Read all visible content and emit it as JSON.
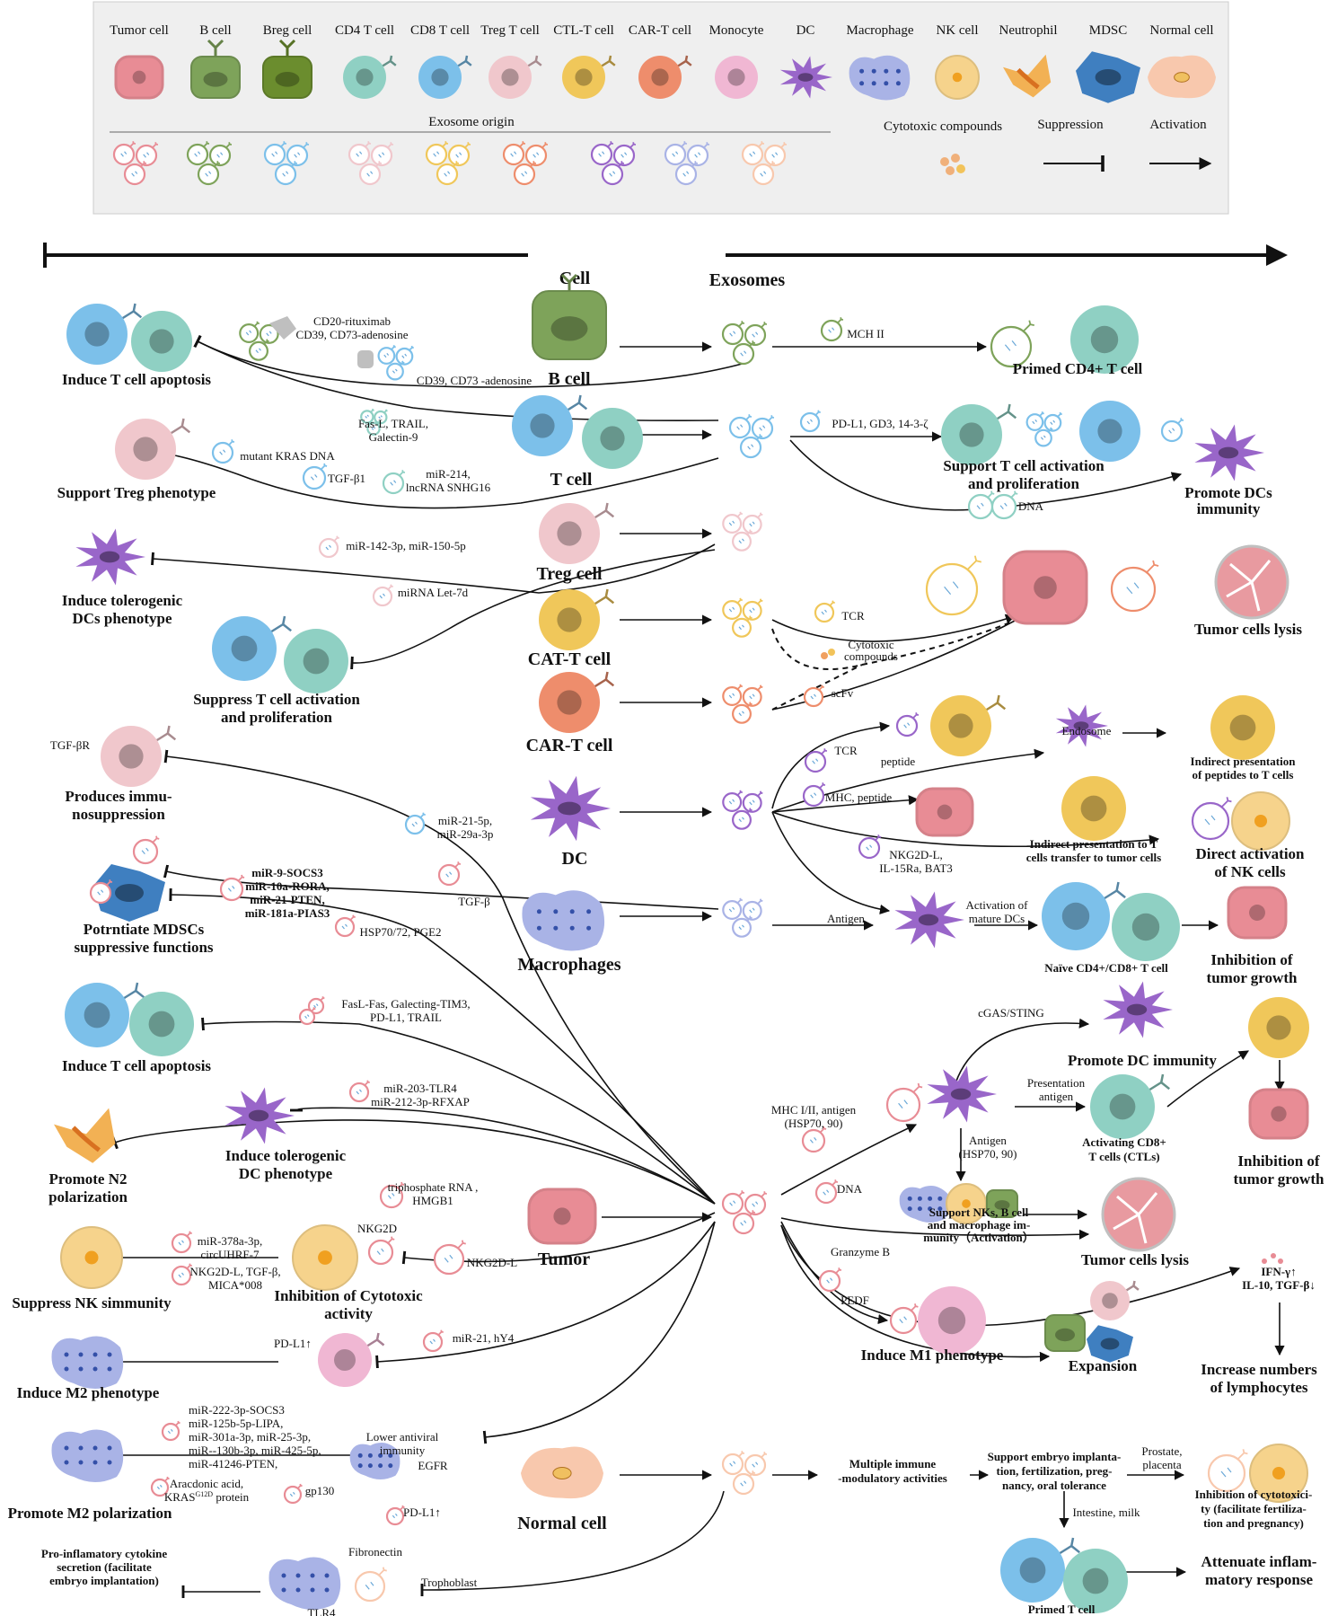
{
  "legend": {
    "cell_types": [
      "Tumor cell",
      "B cell",
      "Breg cell",
      "CD4 T cell",
      "CD8 T cell",
      "Treg T cell",
      "CTL-T cell",
      "CAR-T cell",
      "Monocyte",
      "DC",
      "Macrophage",
      "NK cell",
      "Neutrophil",
      "MDSC",
      "Normal cell"
    ],
    "exosome_origin": "Exosome origin",
    "cytotoxic": "Cytotoxic compounds",
    "suppression": "Suppression",
    "activation": "Activation"
  },
  "headers": {
    "cell": "Cell",
    "exosomes": "Exosomes"
  },
  "sources": {
    "bcell": "B cell",
    "tcell": "T cell",
    "treg": "Treg cell",
    "catt": "CAT-T cell",
    "cart": "CAR-T cell",
    "dc": "DC",
    "macro": "Macrophages",
    "tumor": "Tumor",
    "normal": "Normal cell"
  },
  "outcomes": {
    "o1": "Induce T cell apoptosis",
    "o2": "Primed CD4+ T cell",
    "o3": "Support Treg phenotype",
    "o4a": "Support T cell activation",
    "o4b": "and proliferation",
    "o5a": "Promote DCs",
    "o5b": "immunity",
    "o6a": "Induce tolerogenic",
    "o6b": "DCs phenotype",
    "o7a": "Suppress T cell activation",
    "o7b": "and proliferation",
    "o8": "Tumor cells lysis",
    "o9a": "Produces immu-",
    "o9b": "nosuppression",
    "o10a": "Indirect presentation",
    "o10b": "of peptides to T cells",
    "o11a": "Indirect presentation to T",
    "o11b": "cells transfer to tumor cells",
    "o12a": "Direct activation",
    "o12b": "of NK cells",
    "o13a": "Potrntiate MDSCs",
    "o13b": "suppressive functions",
    "o14": "Naïve CD4+/CD8+ T cell",
    "o15a": "Inhibition of",
    "o15b": "tumor growth",
    "o16": "Induce T cell apoptosis",
    "o17": "Promote DC immunity",
    "o18a": "Induce tolerogenic",
    "o18b": "DC phenotype",
    "o19a": "Promote N2",
    "o19b": "polarization",
    "o20a": "Activating CD8+",
    "o20b": "T cells (CTLs)",
    "o21a": "Inhibition of",
    "o21b": "tumor growth",
    "o22a": "Support NKs, B cell",
    "o22b": "and macrophage im-",
    "o22c": "munity（Activation）",
    "o23": "Tumor cells lysis",
    "o24": "Suppress NK simmunity",
    "o25a": "Inhibition of Cytotoxic",
    "o25b": "activity",
    "o26": "Induce M1 phenotype",
    "o27": "Expansion",
    "o28a": "Increase numbers",
    "o28b": "of lymphocytes",
    "o29": "Induce M2 phenotype",
    "o30": "Promote M2 polarization",
    "o31a": "Support embryo implanta-",
    "o31b": "tion, fertilization, preg-",
    "o31c": "nancy, oral tolerance",
    "o32a": "Inhibition of cytotoxici-",
    "o32b": "ty (facilitate fertiliza-",
    "o32c": "tion and pregnancy)",
    "o33a": "Pro-inflamatory cytokine",
    "o33b": "secretion (facilitate",
    "o33c": "embryo implantation)",
    "o34": "Primed T cell",
    "o35a": "Attenuate inflam-",
    "o35b": "matory response",
    "o36a": "Multiple immune",
    "o36b": "-modulatory activities"
  },
  "labels": {
    "l1a": "CD20-rituximab",
    "l1b": "CD39, CD73-adenosine",
    "l2": "CD39, CD73 -adenosine",
    "l3": "MCH II",
    "l4a": "Fas-L, TRAIL,",
    "l4b": "Galectin-9",
    "l5": "PD-L1, GD3, 14-3-ζ",
    "l6": "mutant KRAS DNA",
    "l7": "TGF-β1",
    "l8a": "miR-214,",
    "l8b": "lncRNA SNHG16",
    "l9": "DNA",
    "l10": "miR-142-3p, miR-150-5p",
    "l11": "miRNA Let-7d",
    "l12": "TCR",
    "l13a": "Cytotoxic",
    "l13b": "compounds",
    "l14": "scFv",
    "l15": "TGF-βR",
    "l16": "TCR",
    "l17": "peptide",
    "l18": "Endosome",
    "l19": "MHC, peptide",
    "l20a": "miR-21-5p,",
    "l20b": "miR-29a-3p",
    "l21a": "NKG2D-L,",
    "l21b": "IL-15Ra, BAT3",
    "l22": "TGF-β",
    "l23a": "miR-9-SOCS3",
    "l23b": "miR-10a-RORA,",
    "l23c": "miR-21-PTEN,",
    "l23d": "miR-181a-PIAS3",
    "l24": "HSP70/72, PGE2",
    "l25": "Antigen",
    "l26a": "Activation of",
    "l26b": "mature DCs",
    "l27a": "FasL-Fas, Galecting-TIM3,",
    "l27b": "PD-L1, TRAIL",
    "l28": "cGAS/STING",
    "l29a": "miR-203-TLR4",
    "l29b": "miR-212-3p-RFXAP",
    "l30a": "Presentation",
    "l30b": "antigen",
    "l31a": "MHC I/II, antigen",
    "l31b": "(HSP70, 90)",
    "l32a": "Antigen",
    "l32b": "(HSP70, 90)",
    "l33a": "triphosphate RNA ,",
    "l33b": "HMGB1",
    "l34": "DNA",
    "l35": "NKG2D",
    "l36a": "miR-378a-3p,",
    "l36b": "circUHRF-7",
    "l37a": "NKG2D-L, TGF-β,",
    "l37b": "MICA*008",
    "l38": "NKG2D-L",
    "l39": "Granzyme B",
    "l40": "PEDF",
    "l41a": "IFN-γ↑",
    "l41b": "IL-10, TGF-β↓",
    "l42": "PD-L1↑",
    "l43": "miR-21, hY4",
    "l44a": "miR-222-3p-SOCS3",
    "l44b": "miR-125b-5p-LIPA,",
    "l44c": "miR-301a-3p, miR-25-3p,",
    "l44d": "miR--130b-3p, miR-425-5p,",
    "l44e": "miR-41246-PTEN,",
    "l45a": "Lower antiviral",
    "l45b": "immunity",
    "l46": "EGFR",
    "l47a": "Aracdonic acid,",
    "l47b": "KRAS",
    "l47c": "G12D",
    "l47d": " protein",
    "l48": "gp130",
    "l49": "PD-L1↑",
    "l50a": "Prostate,",
    "l50b": "placenta",
    "l51": "Intestine, milk",
    "l52": "Fibronectin",
    "l53": "TLR4",
    "l54": "Trophoblast"
  },
  "colors": {
    "tumor": "#e88c95",
    "bcell": "#7ea35a",
    "breg": "#6b8d2e",
    "cd4": "#8fd0c3",
    "cd8": "#7cc0ea",
    "treg": "#f0c7cc",
    "ctl": "#f0c75a",
    "cart": "#ee8d6c",
    "mono": "#f0b7d3",
    "dc": "#9966c9",
    "macro": "#a9b3e6",
    "nk": "#f6d38c",
    "neut": "#f2b154",
    "mdsc": "#3f7fc0",
    "normal": "#f8c8ad",
    "legend_bg": "#efefef"
  }
}
